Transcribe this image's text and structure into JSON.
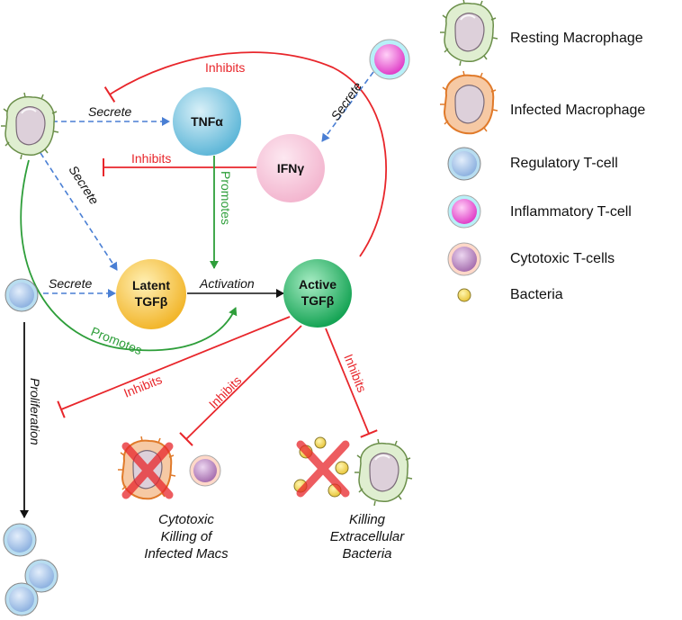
{
  "nodes": {
    "tnfa": "TNFα",
    "ifny": "IFNγ",
    "latent_tgfb_line1": "Latent",
    "latent_tgfb_line2": "TGFβ",
    "active_tgfb_line1": "Active",
    "active_tgfb_line2": "TGFβ"
  },
  "edges": {
    "secrete_mac_tnfa": "Secrete",
    "secrete_mac_latent": "Secrete",
    "secrete_treg_latent": "Secrete",
    "secrete_inflam_ifny": "Secrete",
    "inhibits_active_mac": "Inhibits",
    "inhibits_ifny_mac": "Inhibits",
    "promotes_tnfa_activation": "Promotes",
    "promotes_mac_activation": "Promotes",
    "activation": "Activation",
    "proliferation": "Proliferation",
    "inhibits_active_proliferation": "Inhibits",
    "inhibits_active_cytotoxic": "Inhibits",
    "inhibits_active_bacteria": "Inhibits"
  },
  "captions": {
    "cytotoxic": [
      "Cytotoxic",
      "Killing of",
      "Infected Macs"
    ],
    "killing": [
      "Killing",
      "Extracellular",
      "Bacteria"
    ]
  },
  "legend": [
    {
      "label": "Resting Macrophage",
      "icon": "resting-macrophage-icon"
    },
    {
      "label": "Infected Macrophage",
      "icon": "infected-macrophage-icon"
    },
    {
      "label": "Regulatory T-cell",
      "icon": "regulatory-t-cell-icon"
    },
    {
      "label": "Inflammatory T-cell",
      "icon": "inflammatory-t-cell-icon"
    },
    {
      "label": "Cytotoxic T-cells",
      "icon": "cytotoxic-t-cell-icon"
    },
    {
      "label": "Bacteria",
      "icon": "bacteria-icon"
    }
  ],
  "colors": {
    "inhibit": "#e8262b",
    "promote": "#2e9e3a",
    "secrete": "#4a7fd4",
    "tnfa": "#7cc6e0",
    "ifny": "#f7c9dc",
    "latent_tgfb": "#f6c542",
    "active_tgfb": "#2fb866"
  }
}
